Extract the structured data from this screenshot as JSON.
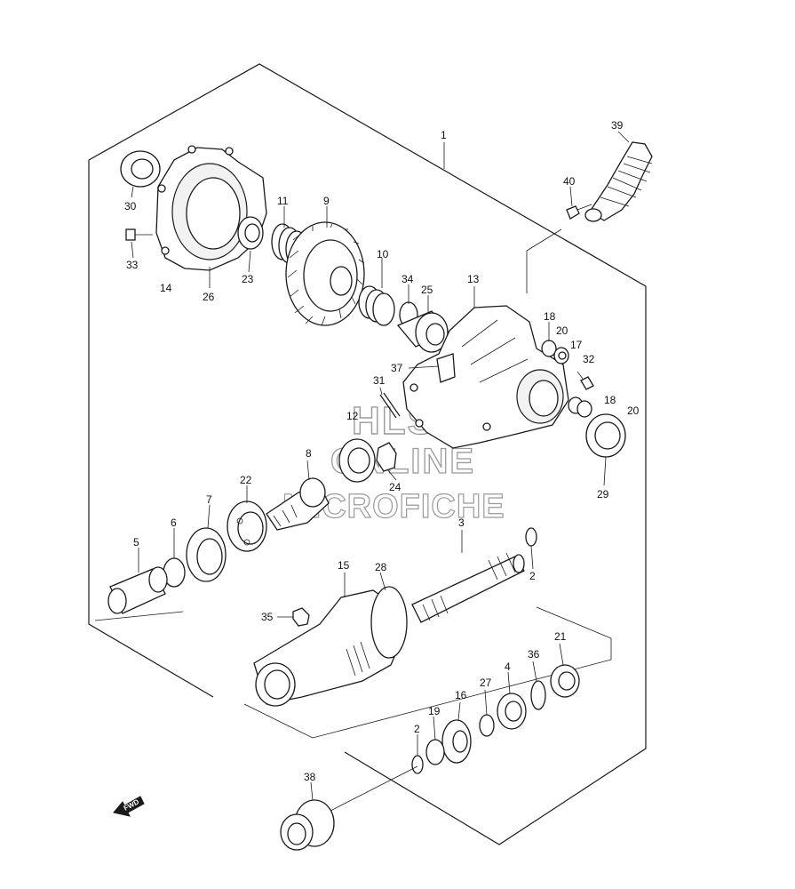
{
  "watermark": {
    "line1": "HLSM",
    "line2": "ONLINE",
    "line3": "MICROFICHE"
  },
  "direction_marker": {
    "text": "FWD",
    "icon": "forward-arrow-icon"
  },
  "callouts": [
    {
      "id": "c1",
      "label": "1"
    },
    {
      "id": "c39",
      "label": "39"
    },
    {
      "id": "c40",
      "label": "40"
    },
    {
      "id": "c30",
      "label": "30"
    },
    {
      "id": "c11",
      "label": "11"
    },
    {
      "id": "c9",
      "label": "9"
    },
    {
      "id": "c33",
      "label": "33"
    },
    {
      "id": "c14",
      "label": "14"
    },
    {
      "id": "c26",
      "label": "26"
    },
    {
      "id": "c23",
      "label": "23"
    },
    {
      "id": "c10",
      "label": "10"
    },
    {
      "id": "c34",
      "label": "34"
    },
    {
      "id": "c25",
      "label": "25"
    },
    {
      "id": "c13",
      "label": "13"
    },
    {
      "id": "c18a",
      "label": "18"
    },
    {
      "id": "c20a",
      "label": "20"
    },
    {
      "id": "c17",
      "label": "17"
    },
    {
      "id": "c32",
      "label": "32"
    },
    {
      "id": "c37",
      "label": "37"
    },
    {
      "id": "c31",
      "label": "31"
    },
    {
      "id": "c18b",
      "label": "18"
    },
    {
      "id": "c20b",
      "label": "20"
    },
    {
      "id": "c12",
      "label": "12"
    },
    {
      "id": "c8",
      "label": "8"
    },
    {
      "id": "c24",
      "label": "24"
    },
    {
      "id": "c29",
      "label": "29"
    },
    {
      "id": "c22",
      "label": "22"
    },
    {
      "id": "c7",
      "label": "7"
    },
    {
      "id": "c6",
      "label": "6"
    },
    {
      "id": "c3",
      "label": "3"
    },
    {
      "id": "c5",
      "label": "5"
    },
    {
      "id": "c2a",
      "label": "2"
    },
    {
      "id": "c15",
      "label": "15"
    },
    {
      "id": "c28",
      "label": "28"
    },
    {
      "id": "c35",
      "label": "35"
    },
    {
      "id": "c21",
      "label": "21"
    },
    {
      "id": "c36",
      "label": "36"
    },
    {
      "id": "c4",
      "label": "4"
    },
    {
      "id": "c27",
      "label": "27"
    },
    {
      "id": "c16",
      "label": "16"
    },
    {
      "id": "c19",
      "label": "19"
    },
    {
      "id": "c2b",
      "label": "2"
    },
    {
      "id": "c38",
      "label": "38"
    }
  ]
}
